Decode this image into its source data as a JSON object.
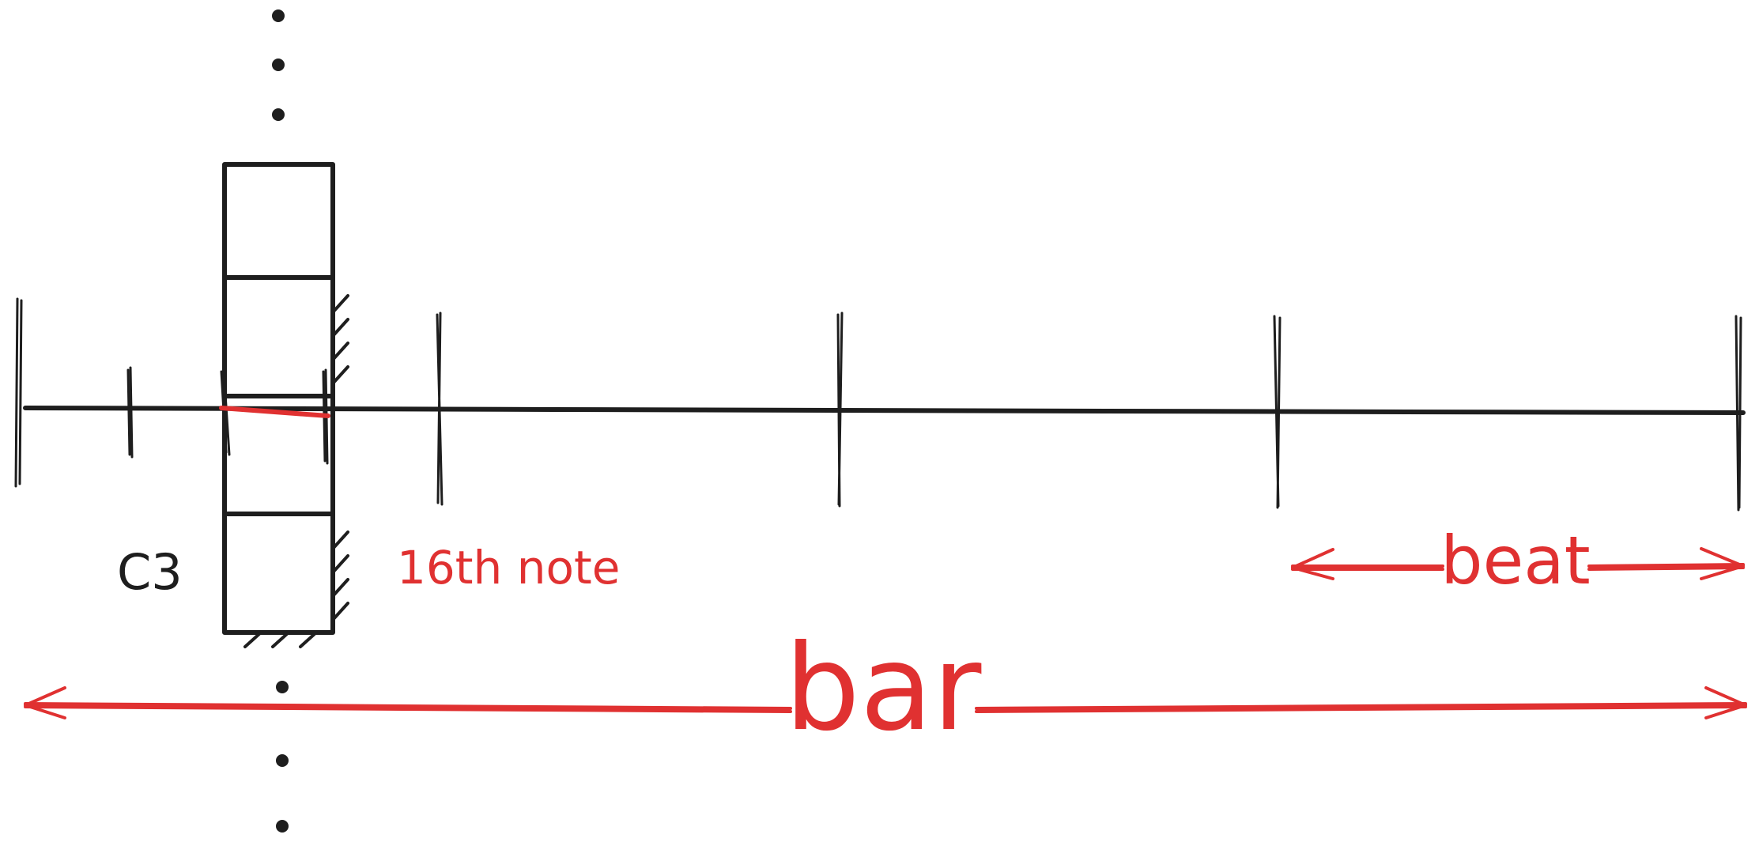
{
  "labels": {
    "pitch": "C3",
    "note_value": "16th note",
    "beat": "beat",
    "bar": "bar"
  },
  "colors": {
    "ink": "#1e1e1e",
    "accent": "#e03131"
  },
  "piano_roll": {
    "column_cells": [
      "empty",
      "hatched",
      "empty",
      "hatched"
    ],
    "continues_above": true,
    "continues_below": true
  },
  "timeline": {
    "beats_per_bar": 4,
    "subdivisions_per_beat": 4,
    "highlighted_subdivision": 3
  }
}
